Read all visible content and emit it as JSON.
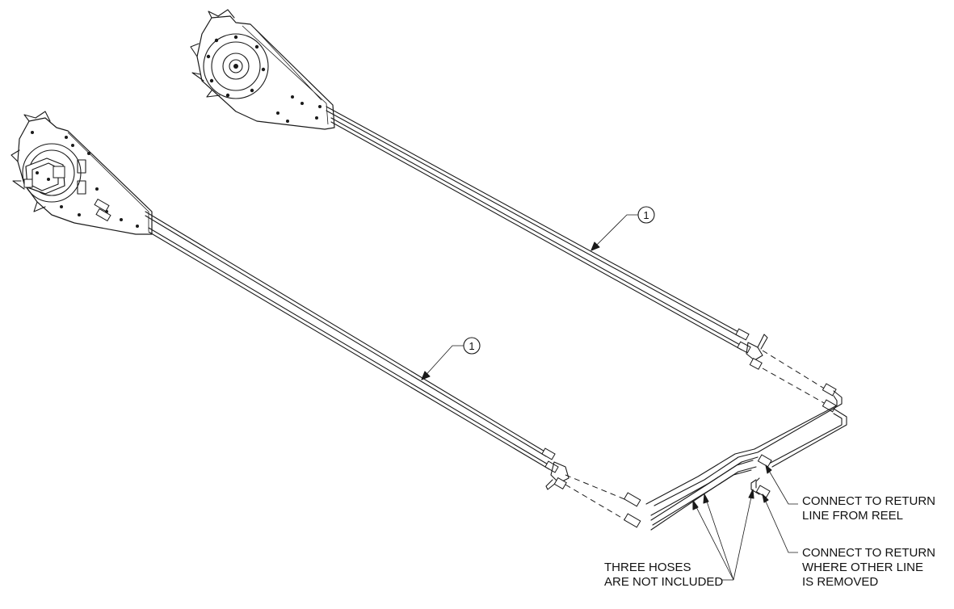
{
  "callouts": {
    "upper_hose_item": "1",
    "lower_hose_item": "1"
  },
  "notes": {
    "connect_return_reel_line1": "CONNECT TO RETURN",
    "connect_return_reel_line2": "LINE FROM REEL",
    "connect_return_other_line1": "CONNECT TO RETURN",
    "connect_return_other_line2": "WHERE OTHER LINE",
    "connect_return_other_line3": "IS REMOVED",
    "three_hoses_line1": "THREE HOSES",
    "three_hoses_line2": "ARE NOT INCLUDED"
  }
}
